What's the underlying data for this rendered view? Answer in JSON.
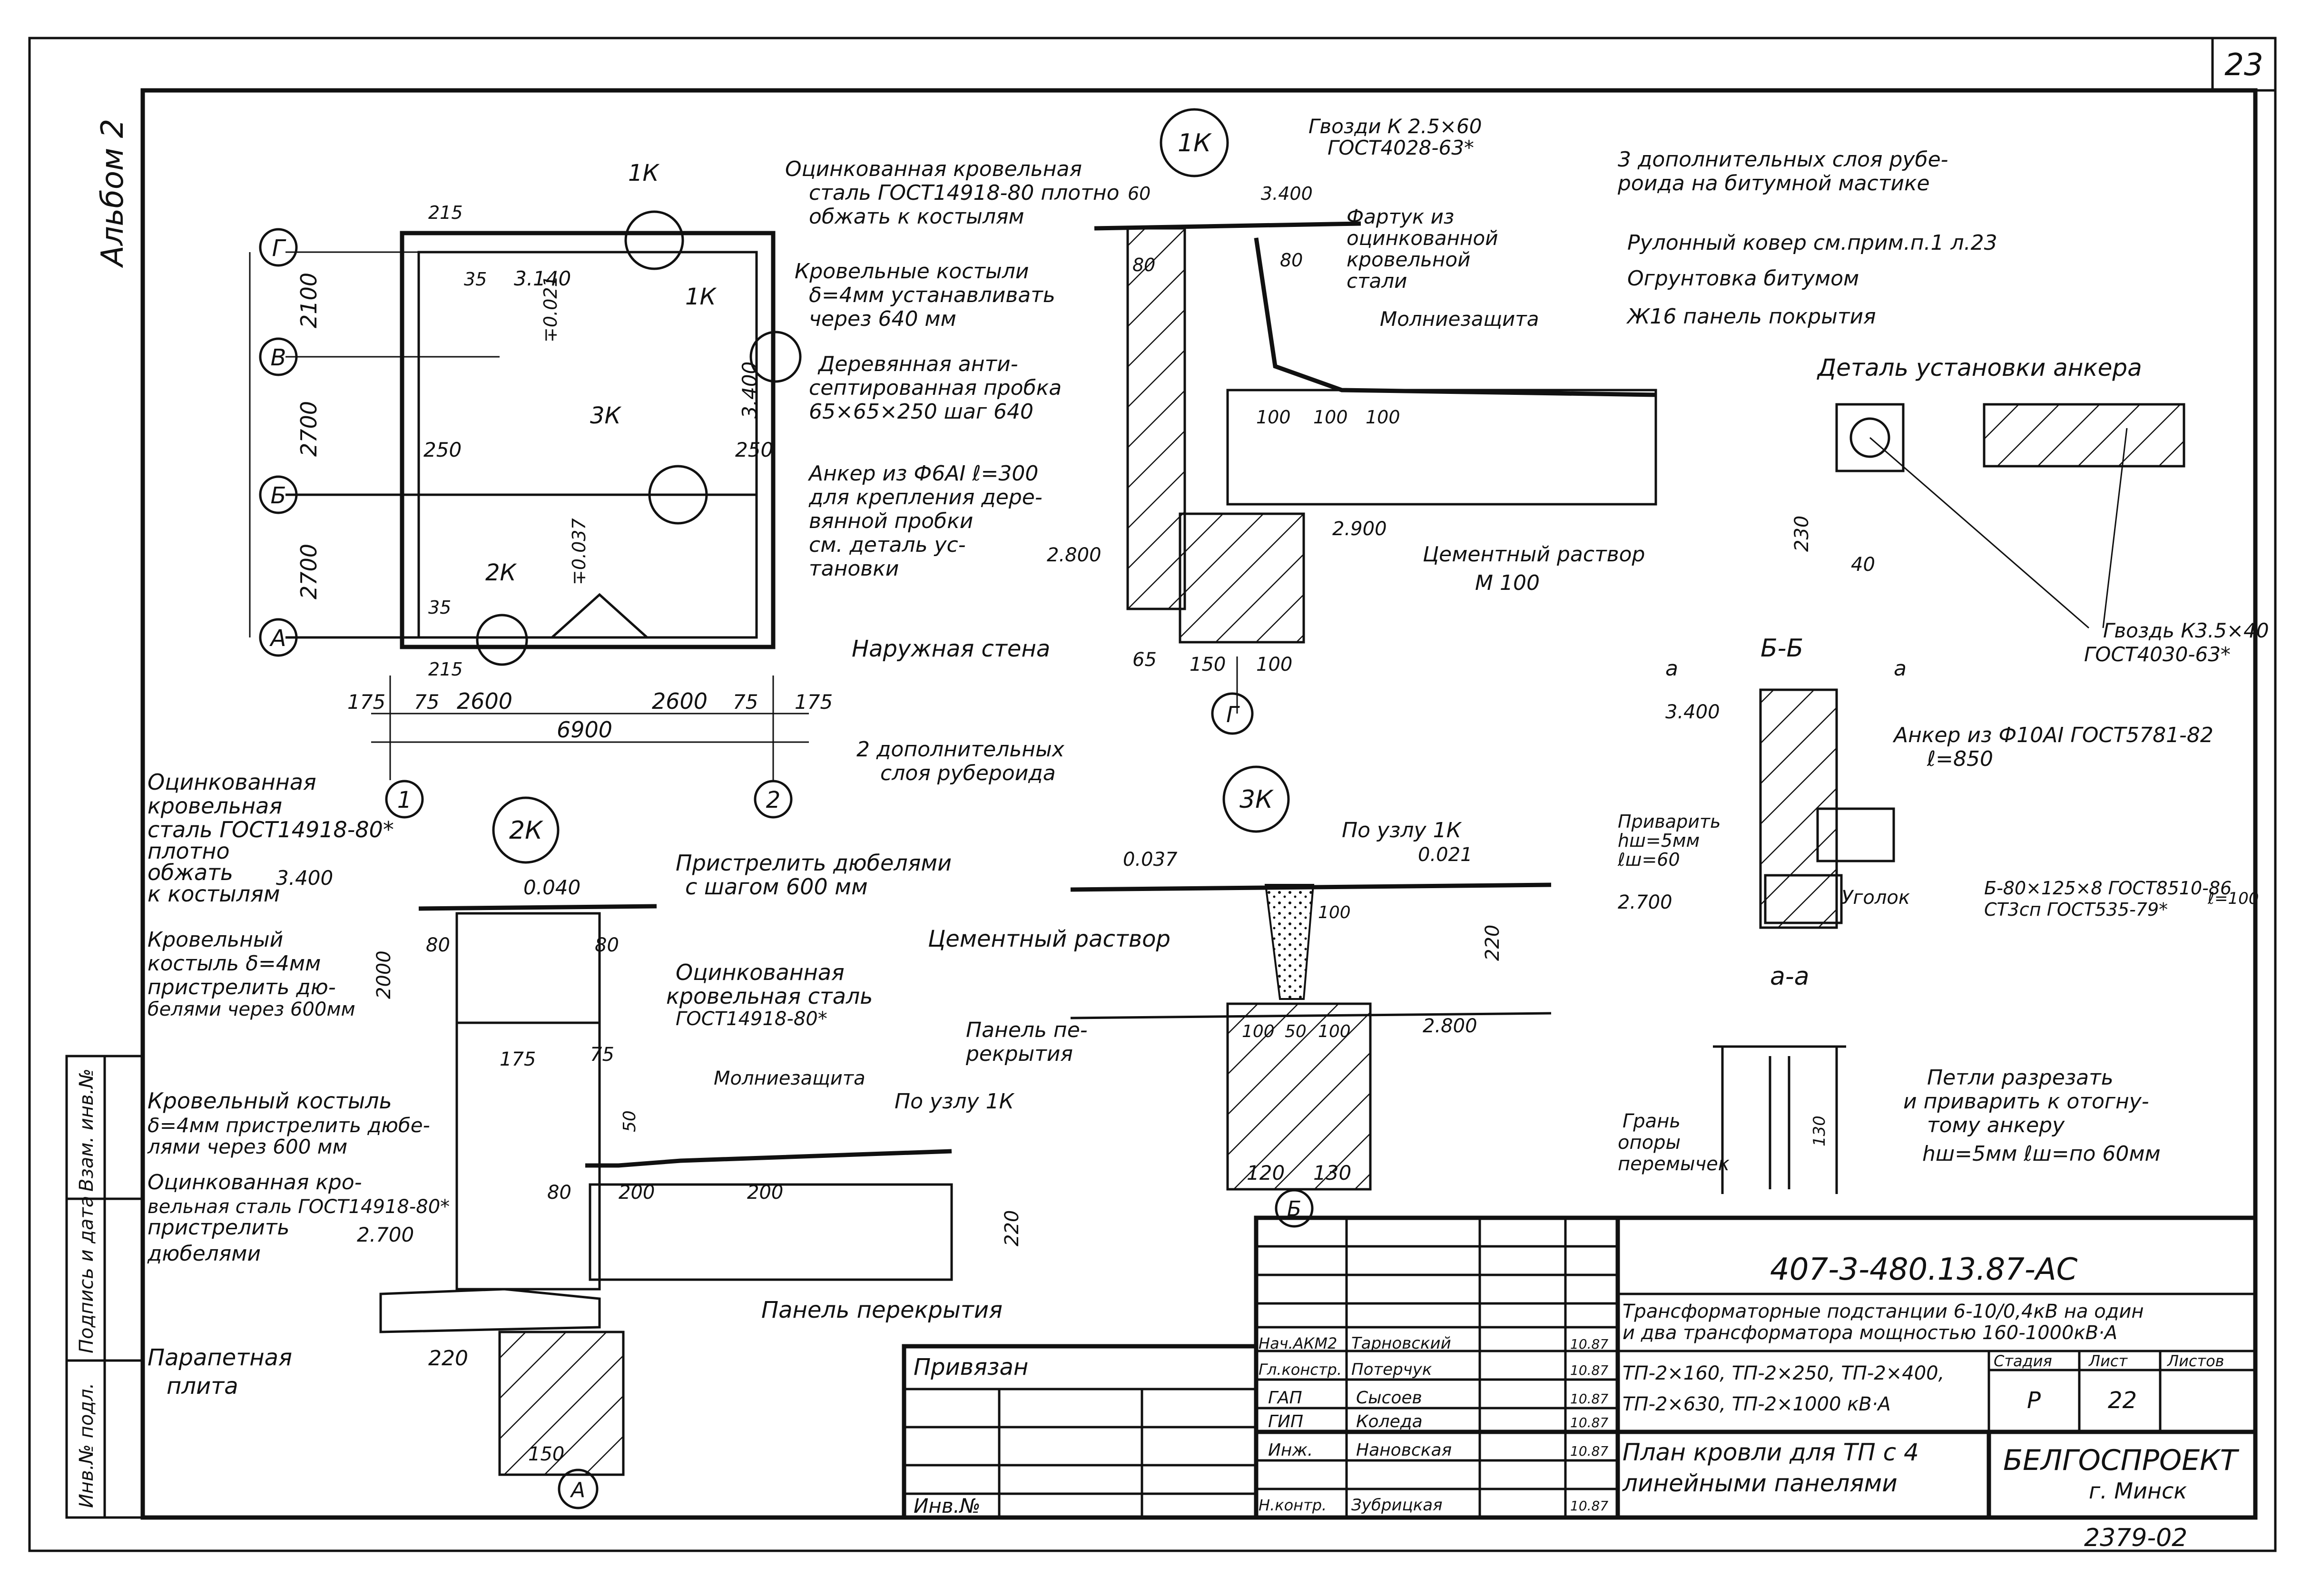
{
  "sheet": {
    "page_number": "23",
    "album": "Альбом 2",
    "document_code": "407-3-480.13.87-АС",
    "archive_number": "2379-02"
  },
  "title_block": {
    "project_title_line1": "Трансформаторные подстанции 6-10/0,4кВ на один",
    "project_title_line2": "и два трансформатора мощностью 160-1000кВ·А",
    "types_line1": "ТП-2×160, ТП-2×250, ТП-2×400,",
    "types_line2": "ТП-2×630, ТП-2×1000 кВ·А",
    "stage_header": "Стадия",
    "sheet_header": "Лист",
    "sheets_header": "Листов",
    "stage": "Р",
    "sheet": "22",
    "sheets": "",
    "drawing_title_line1": "План кровли для ТП с 4",
    "drawing_title_line2": "линейными панелями",
    "organization": "БЕЛГОСПРОЕКТ",
    "city": "г. Минск",
    "bound_label": "Привязан",
    "inv_label": "Инв.№",
    "signers": [
      {
        "role": "Нач.АКМ2",
        "name": "Тарновский",
        "date": "10.87"
      },
      {
        "role": "Гл.констр.",
        "name": "Потерчук",
        "date": "10.87"
      },
      {
        "role": "ГАП",
        "name": "Сысоев",
        "date": "10.87"
      },
      {
        "role": "ГИП",
        "name": "Коледа",
        "date": "10.87"
      },
      {
        "role": "Инж.",
        "name": "Нановская",
        "date": "10.87"
      },
      {
        "role": "Н.контр.",
        "name": "Зубрицкая",
        "date": "10.87"
      }
    ]
  },
  "side_stamp": {
    "inv_orig": "Инв.№ подл.",
    "sign_date": "Подпись и дата",
    "inv_dup": "Взам. инв.№"
  },
  "plan": {
    "axes_rows": [
      "Г",
      "В",
      "Б",
      "А"
    ],
    "axes_cols": [
      "1",
      "2"
    ],
    "row_dims": [
      "2100",
      "2700",
      "2700"
    ],
    "bottom_dims": [
      "175",
      "75",
      "2600",
      "2600",
      "75",
      "175"
    ],
    "overall": "6900",
    "small_dims": [
      "215",
      "35",
      "250",
      "250",
      "35",
      "215"
    ],
    "levels": [
      "3.140",
      "3.400",
      "∓0.021",
      "∓0.037"
    ],
    "callouts": [
      "1К",
      "1К",
      "3К",
      "2К"
    ]
  },
  "node_1k": {
    "mark": "1К",
    "axis": "Г",
    "notes": [
      "Оцинкованная кровельная",
      "сталь ГОСТ14918-80 плотно",
      "обжать к костылям",
      "Кровельные костыли",
      "δ=4мм устанавливать",
      "через 640 мм",
      "Деревянная анти-",
      "септированная пробка",
      "65×65×250 шаг 640",
      "Анкер из Ф6АI ℓ=300",
      "для крепления дере-",
      "вянной пробки",
      "см. деталь ус-",
      "тановки",
      "Наружная стена",
      "Гвозди К 2.5×60",
      "ГОСТ4028-63*",
      "Фартук из",
      "оцинкованной",
      "кровельной",
      "стали",
      "Молниезащита",
      "3 дополнительных слоя рубе-",
      "роида на битумной мастике",
      "Рулонный ковер см.прим.п.1 л.23",
      "Огрунтовка битумом",
      "Ж16 панель покрытия",
      "Цементный раствор",
      "М 100"
    ],
    "dims": [
      "60",
      "80",
      "80",
      "100",
      "100",
      "100",
      "65",
      "150",
      "100"
    ],
    "levels": [
      "3.400",
      "2.800",
      "2.900"
    ]
  },
  "anchor_detail": {
    "title": "Деталь установки анкера",
    "dims": [
      "230",
      "40"
    ],
    "nail_note_1": "Гвоздь К3.5×40",
    "nail_note_2": "ГОСТ4030-63*"
  },
  "section_bb": {
    "title": "Б-Б",
    "marks": [
      "а",
      "а"
    ],
    "level_top": "3.400",
    "level_bottom": "2.700",
    "anchor_note_1": "Анкер из Ф10АI ГОСТ5781-82",
    "anchor_note_2": "ℓ=850",
    "weld_1": "Приварить",
    "weld_2": "hш=5мм",
    "weld_3": "ℓш=60",
    "angle_1": "Уголок",
    "angle_2": "Б-80×125×8 ГОСТ8510-86",
    "angle_3": "СТ3сп ГОСТ535-79*",
    "angle_len": "ℓ=100"
  },
  "section_aa": {
    "title": "а-а",
    "loop_1": "Петли разрезать",
    "loop_2": "и приварить к отогну-",
    "loop_3": "тому анкеру",
    "loop_4": "hш=5мм  ℓш=по 60мм",
    "edge_1": "Грань",
    "edge_2": "опоры",
    "edge_3": "перемычек",
    "dim": "130"
  },
  "node_3k": {
    "mark": "3К",
    "axis": "Б",
    "note_top_1": "2 дополнительных",
    "note_top_2": "слоя рубероида",
    "per_node": "По узлу 1К",
    "level_left": "0.037",
    "level_right": "0.021",
    "cement": "Цементный раствор",
    "panel_1": "Панель пе-",
    "panel_2": "рекрытия",
    "level": "2.800",
    "dims": [
      "100",
      "220",
      "100",
      "50",
      "100",
      "120",
      "130"
    ]
  },
  "node_2k": {
    "mark": "2К",
    "axis": "А",
    "notes": [
      "Оцинкованная",
      "кровельная",
      "сталь ГОСТ14918-80*",
      "плотно",
      "обжать",
      "к костылям",
      "Пристрелить дюбелями",
      "с шагом 600 мм",
      "Кровельный",
      "костыль δ=4мм",
      "пристрелить дю-",
      "белями через 600мм",
      "Оцинкованная",
      "кровельная сталь",
      "ГОСТ14918-80*",
      "Молниезащита",
      "По узлу 1К",
      "Кровельный костыль",
      "δ=4мм пристрелить дюбе-",
      "лями через 600 мм",
      "Оцинкованная кро-",
      "вельная сталь ГОСТ14918-80*",
      "пристрелить",
      "дюбелями",
      "Панель перекрытия",
      "Парапетная",
      "плита"
    ],
    "levels": [
      "3.400",
      "0.040",
      "2.700"
    ],
    "dims": [
      "80",
      "80",
      "2000",
      "175",
      "75",
      "50",
      "80",
      "200",
      "200",
      "220",
      "220",
      "150"
    ]
  }
}
